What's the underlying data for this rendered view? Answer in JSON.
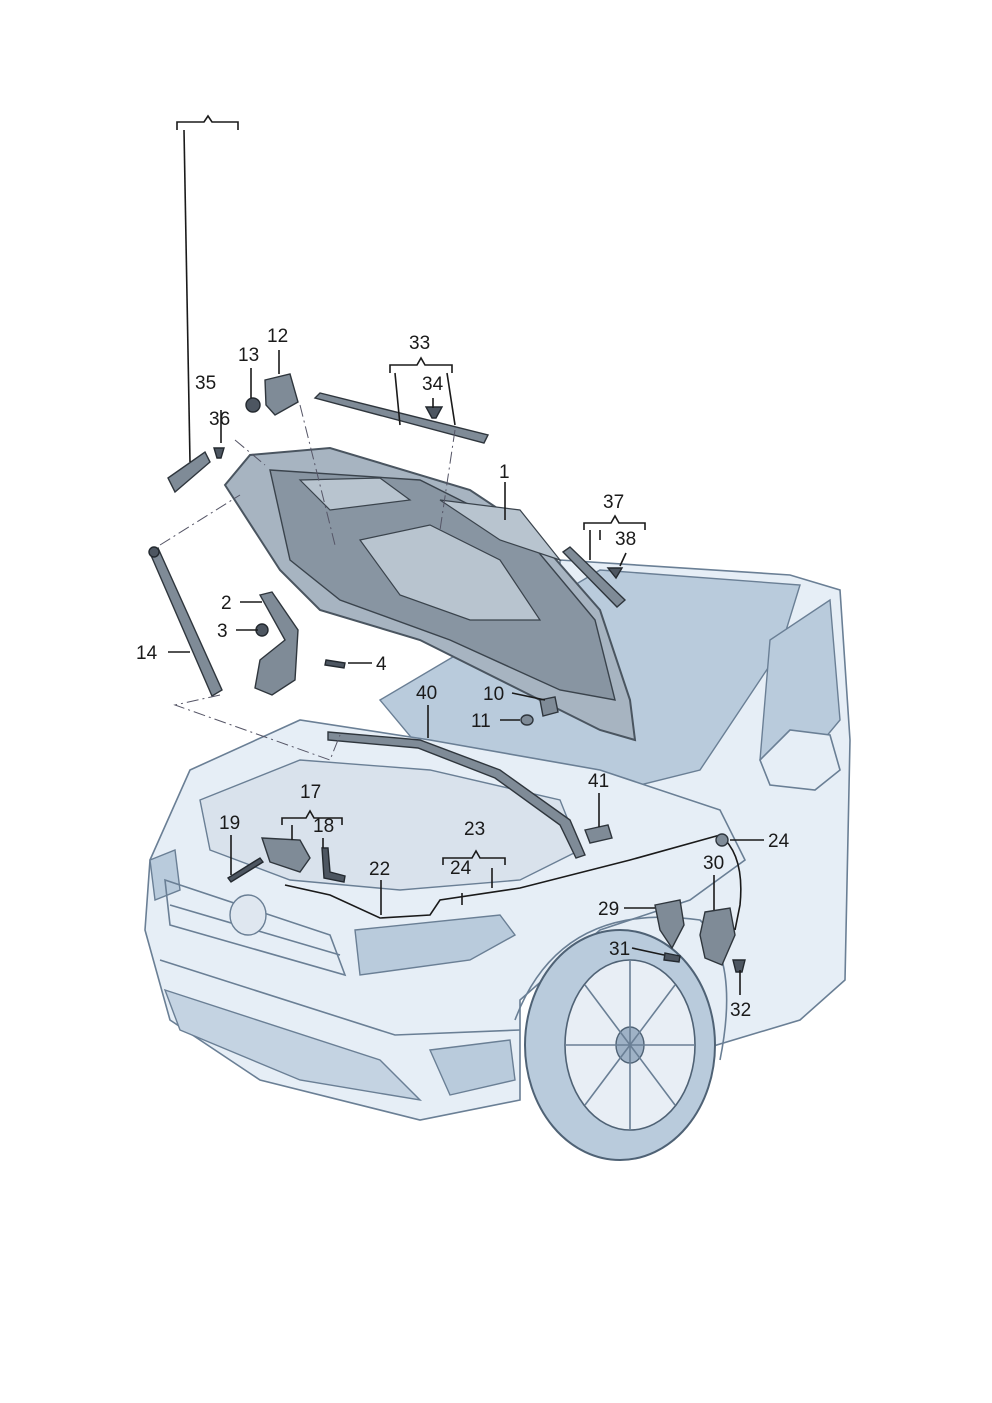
{
  "callouts": {
    "c1": "1",
    "c2": "2",
    "c3": "3",
    "c4": "4",
    "c10": "10",
    "c11": "11",
    "c12": "12",
    "c13": "13",
    "c14": "14",
    "c17": "17",
    "c18": "18",
    "c19": "19",
    "c22": "22",
    "c23": "23",
    "c24a": "24",
    "c24b": "24",
    "c29": "29",
    "c30": "30",
    "c31": "31",
    "c32": "32",
    "c33": "33",
    "c34": "34",
    "c35": "35",
    "c36": "36",
    "c37": "37",
    "c38": "38",
    "c40": "40",
    "c41": "41"
  },
  "colors": {
    "body": "#e6eef6",
    "glass": "#b9cbdc",
    "hood": "#a7b4c1",
    "part": "#7f8b97",
    "line": "#1a1a1a"
  }
}
